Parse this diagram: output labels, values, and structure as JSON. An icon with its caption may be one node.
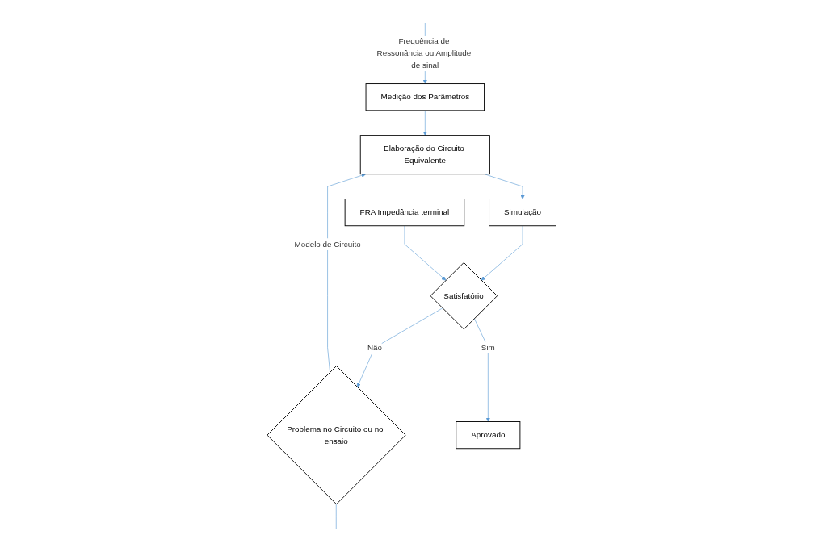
{
  "diagram": {
    "nodes": [
      {
        "text": [
          "Medição dos Parâmetros"
        ]
      },
      {
        "text": [
          "Elaboração do Circuito Equivalente"
        ]
      },
      {
        "text": [
          "Simulação"
        ]
      },
      {
        "text": [
          "FRA Impedância terminal"
        ]
      },
      {
        "text": [
          "Satisfatório"
        ]
      },
      {
        "text": [
          "Problema no Circuito ou no ensaio"
        ]
      },
      {
        "text": [
          "Aprovado"
        ]
      }
    ],
    "edges": [
      {
        "from": 0,
        "to": 1,
        "arrow": "to"
      },
      {
        "from": 1,
        "to": 2,
        "arrow": "to"
      },
      {
        "from": 2,
        "to": 4,
        "arrow": "to"
      },
      {
        "from": 3,
        "to": 4,
        "arrow": "to"
      },
      {
        "from": 4,
        "to": 5,
        "label": "Não",
        "arrow": "to"
      },
      {
        "from": 5,
        "to": 1,
        "label": "Modelo de Circuito",
        "arrow": "to"
      },
      {
        "from": 4,
        "to": 6,
        "label": "Sim",
        "arrow": "to"
      },
      {
        "from": 5,
        "to": null,
        "arrow": "none"
      },
      {
        "from": null,
        "to": 0,
        "label": "Frequência de Ressonância ou Amplitude de sinal",
        "arrow": "to"
      }
    ]
  }
}
